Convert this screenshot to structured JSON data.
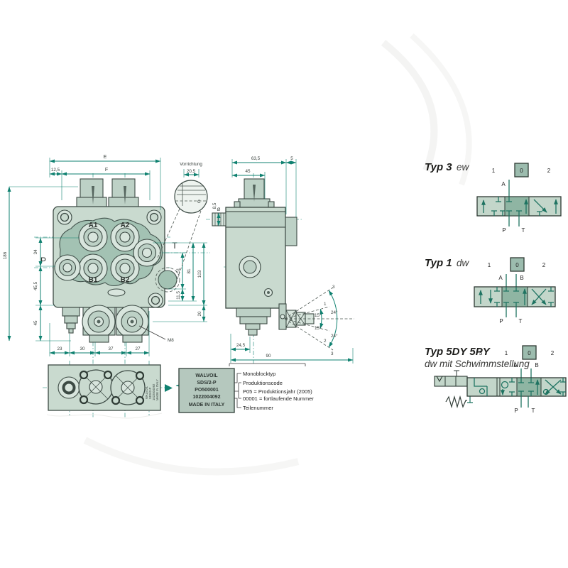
{
  "front": {
    "ports": {
      "a1": "A1",
      "a2": "A2",
      "b1": "B1",
      "b2": "B2",
      "p": "P",
      "t": "T"
    },
    "dims": {
      "e": "E",
      "f": "F",
      "d12_5": "12,5",
      "d186": "186",
      "d34": "34",
      "d45_5": "45,5",
      "d45": "45",
      "d23": "23",
      "d30": "30",
      "d37": "37",
      "d27": "27",
      "m8": "M8",
      "d51": "51",
      "d11_5": "11,5",
      "d81": "81",
      "d103": "103",
      "d20": "20"
    }
  },
  "detail": {
    "title": "Vorrichtung",
    "dim": "20,5",
    "section_mark": "C"
  },
  "side": {
    "dims": {
      "d63_5": "63,5",
      "d5": "5",
      "d45": "45",
      "dia": "Ø",
      "d8_5": "8,5",
      "d24_5": "24,5",
      "d90": "90"
    },
    "lever": {
      "pos3_top": "3",
      "pos1": "1",
      "deg15_up": "15°",
      "deg15_dn": "15°",
      "pos2": "2",
      "deg24_up": "24°",
      "deg24_dn": "24°",
      "pos3_dn": "3"
    }
  },
  "plate": {
    "lines": [
      "WALVOIL",
      "SDS/2-P",
      "PO500001",
      "1022004092",
      "MADE IN ITALY"
    ]
  },
  "callouts": {
    "monoblock": "Monoblocktyp",
    "prodcode": "Produktionscode",
    "year": "P05 = Produktionsjahr (2005)",
    "serial": "00001 = fortlaufende Nummer",
    "partno": "Teilenummer"
  },
  "topview": {
    "side_text": [
      "WALVOIL",
      "SDS/2-P",
      "1022004092",
      "MADE IN ITALY"
    ]
  },
  "schematics": {
    "typ3": {
      "title": "Typ 3",
      "subtitle": "ew",
      "pos1": "1",
      "pos0": "0",
      "pos2": "2",
      "port_a": "A",
      "port_p": "P",
      "port_t": "T"
    },
    "typ1": {
      "title": "Typ 1",
      "subtitle": "dw",
      "pos1": "1",
      "pos0": "0",
      "pos2": "2",
      "port_a": "A",
      "port_b": "B",
      "port_p": "P",
      "port_t": "T"
    },
    "typ5": {
      "title": "Typ 5DY 5PY",
      "subtitle": "dw mit Schwimmstellung",
      "pos3": "3",
      "pos1": "1",
      "pos0": "0",
      "pos2": "2",
      "port_a": "A",
      "port_b": "B",
      "port_p": "P",
      "port_t": "T"
    }
  },
  "colors": {
    "dimension": "#0f8170",
    "body_fill": "#c9dacf",
    "cell_dark": "#8fb5a3",
    "outline": "#3c4a44"
  }
}
